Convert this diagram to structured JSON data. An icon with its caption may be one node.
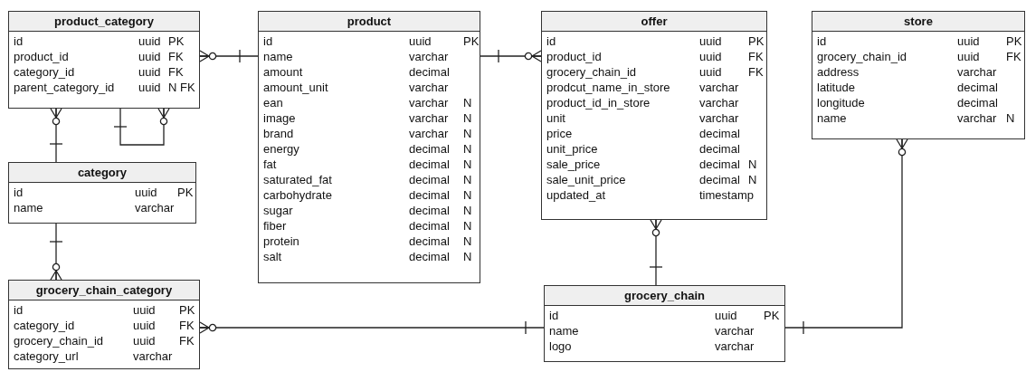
{
  "diagram": {
    "nodes": [
      {
        "text": [
          "product_category",
          "id uuid PK",
          "product_id uuid FK",
          "category_id uuid FK",
          "parent_category_id uuid N FK"
        ]
      },
      {
        "text": [
          "product",
          "id uuid PK",
          "name varchar",
          "amount decimal",
          "amount_unit varchar",
          "ean varchar N",
          "image varchar N",
          "brand varchar N",
          "energy decimal N",
          "fat decimal N",
          "saturated_fat decimal N",
          "carbohydrate decimal N",
          "sugar decimal N",
          "fiber decimal N",
          "protein decimal N",
          "salt decimal N"
        ]
      },
      {
        "text": [
          "offer",
          "id uuid PK",
          "product_id uuid FK",
          "grocery_chain_id uuid FK",
          "prodcut_name_in_store varchar",
          "product_id_in_store varchar",
          "unit varchar",
          "price decimal",
          "unit_price decimal",
          "sale_price decimal N",
          "sale_unit_price decimal N",
          "updated_at timestamp"
        ]
      },
      {
        "text": [
          "store",
          "id uuid PK",
          "grocery_chain_id uuid FK",
          "address varchar",
          "latitude decimal",
          "longitude decimal",
          "name varchar N"
        ]
      },
      {
        "text": [
          "category",
          "id uuid PK",
          "name varchar"
        ]
      },
      {
        "text": [
          "grocery_chain_category",
          "id uuid PK",
          "category_id uuid FK",
          "grocery_chain_id uuid FK",
          "category_url varchar"
        ]
      },
      {
        "text": [
          "grocery_chain",
          "id uuid PK",
          "name varchar",
          "logo varchar"
        ]
      }
    ],
    "edges": [
      {
        "from": 0,
        "to": 1,
        "arrow": "other"
      },
      {
        "from": 0,
        "to": 4,
        "arrow": "other"
      },
      {
        "from": 0,
        "to": 0,
        "arrow": "other"
      },
      {
        "from": 5,
        "to": 4,
        "arrow": "other"
      },
      {
        "from": 5,
        "to": 6,
        "arrow": "other"
      },
      {
        "from": 2,
        "to": 1,
        "arrow": "other"
      },
      {
        "from": 2,
        "to": 6,
        "arrow": "other"
      },
      {
        "from": 3,
        "to": 6,
        "arrow": "other"
      }
    ]
  }
}
